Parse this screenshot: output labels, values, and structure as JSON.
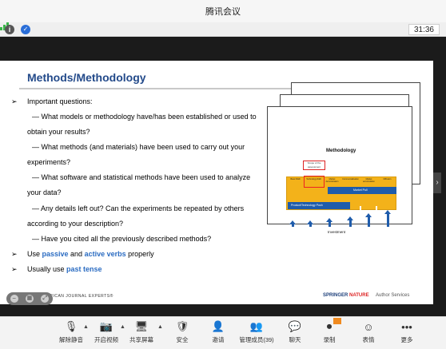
{
  "window": {
    "title": "腾讯会议"
  },
  "status": {
    "time": "31:36"
  },
  "slide": {
    "title": "Methods/Methodology",
    "bullets": [
      {
        "type": "arrow",
        "text": "Important questions:"
      },
      {
        "type": "dash",
        "text": "— What models or methodology have/has been established or used to"
      },
      {
        "type": "cont",
        "text": "obtain your results?"
      },
      {
        "type": "dash",
        "text": "— What methods (and materials) have been used to carry out your"
      },
      {
        "type": "cont",
        "text": "experiments?"
      },
      {
        "type": "dash",
        "text": "— What software and statistical methods have been used to analyze"
      },
      {
        "type": "cont",
        "text": "your data?"
      },
      {
        "type": "dash",
        "text": "— Any details left out? Can the experiments be repeated by others"
      },
      {
        "type": "cont",
        "text": "according to your description?"
      },
      {
        "type": "dash",
        "text": "— Have you cited all the previously described methods?"
      }
    ],
    "use_line": {
      "prefix": "Use ",
      "passive": "passive",
      "mid": " and ",
      "active": "active verbs",
      "suffix": " properly"
    },
    "tense_line": {
      "prefix": "Usually use ",
      "tense": "past tense"
    },
    "figure": {
      "title": "Methodology",
      "scope": "Scope of the assessment",
      "stages": [
        "Basic R&D",
        "Technology R&D",
        "Market demonstration",
        "Commercialisation",
        "Market accumulation",
        "Diffusion"
      ],
      "market_pull": "Market Pull",
      "tech_push": "Product/Technology Push",
      "investment": "Investment"
    },
    "footer": {
      "aje": "AMERICAN JOURNAL EXPERTS®",
      "springer_a": "SPRINGER ",
      "springer_b": "NATURE",
      "author_services": "Author Services"
    }
  },
  "toolbar": {
    "unmute": "解除静音",
    "video": "开启视频",
    "share": "共享屏幕",
    "security": "安全",
    "invite": "邀请",
    "members": "管理成员(39)",
    "chat": "聊天",
    "record": "录制",
    "reactions": "表情",
    "more": "更多"
  },
  "colors": {
    "accent": "#2b6cc2",
    "title": "#234a8a",
    "band": "#f3b21a",
    "arrow": "#1f5cab"
  }
}
